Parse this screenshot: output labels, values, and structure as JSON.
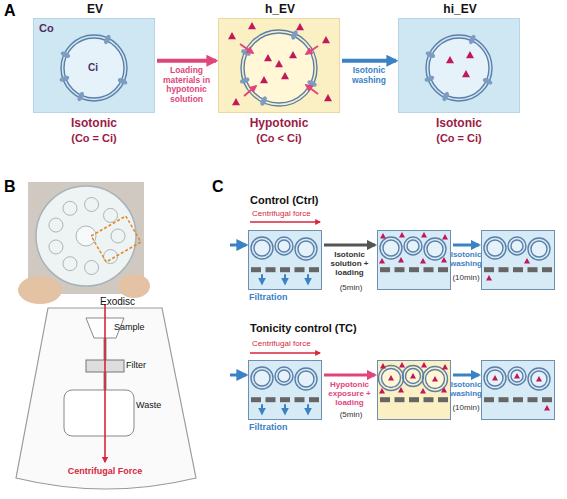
{
  "diagram": {
    "nodes": [
      {
        "text": [
          "EV",
          "Co",
          "Ci"
        ]
      },
      {
        "text": [
          "h_EV"
        ]
      },
      {
        "text": [
          "hi_EV"
        ]
      },
      {
        "text": [
          "Filtration"
        ]
      },
      {
        "text": []
      },
      {
        "text": []
      },
      {
        "text": [
          "Filtration"
        ]
      },
      {
        "text": []
      },
      {
        "text": []
      }
    ],
    "edges": [
      {
        "from": 0,
        "to": 1,
        "arrow": "to",
        "label": "Loading materials in hypotonic solution"
      },
      {
        "from": 1,
        "to": 2,
        "arrow": "to",
        "label": "Isotonic washing"
      },
      {
        "from": 3,
        "to": 4,
        "arrow": "to",
        "label": "Isotonic solution + loading"
      },
      {
        "from": 4,
        "to": 5,
        "arrow": "to",
        "label": "Isotonic washing"
      },
      {
        "from": 6,
        "to": 7,
        "arrow": "to",
        "label": "Hypotonic exposure + loading"
      },
      {
        "from": 7,
        "to": 8,
        "arrow": "to",
        "label": "Isotonic washing"
      }
    ],
    "labels": [
      "A",
      "Isotonic",
      "(Co = Ci)",
      "Hypotonic",
      "(Co < Ci)",
      "Isotonic",
      "(Co = Ci)",
      "B",
      "Exodisc",
      "Sample",
      "Filter",
      "Waste",
      "Centrifugal Force",
      "C",
      "Control (Ctrl)",
      "Centrifugal force",
      "(5min)",
      "(10min)",
      "Tonicity control (TC)",
      "Centrifugal force",
      "(5min)",
      "(10min)"
    ]
  }
}
